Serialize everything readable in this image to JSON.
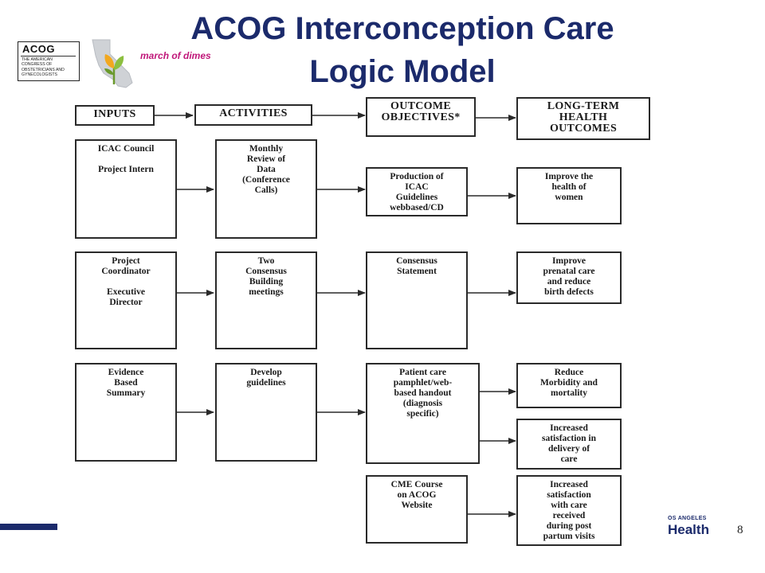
{
  "title_line1": "ACOG Interconception Care",
  "title_line2": "Logic Model",
  "logos": {
    "acog_word": "ACOG",
    "acog_subtitle": "THE AMERICAN CONGRESS OF OBSTETRICIANS AND GYNECOLOGISTS",
    "march_of_dimes": "march of dimes",
    "la_health_small": "OS ANGELES",
    "la_health_large": "Health"
  },
  "headers": {
    "inputs": "INPUTS",
    "activities": "ACTIVITIES",
    "outcomes": "OUTCOME\nOBJECTIVES*",
    "longterm": "LONG-TERM\nHEALTH\nOUTCOMES"
  },
  "inputs": [
    "ICAC Council\n\nProject Intern",
    "Project\nCoordinator\n\nExecutive\nDirector",
    "Evidence\nBased\nSummary"
  ],
  "activities": [
    "Monthly\nReview of\nData\n(Conference\nCalls)",
    "Two\nConsensus\nBuilding\nmeetings",
    "Develop\nguidelines"
  ],
  "outcomes": [
    "Production of\nICAC\nGuidelines\nwebbased/CD",
    "Consensus\nStatement",
    "Patient care\npamphlet/web-\nbased handout\n(diagnosis\nspecific)",
    "CME Course\non ACOG\nWebsite"
  ],
  "longterm": [
    "Improve the\nhealth of\nwomen",
    "Improve\nprenatal care\nand reduce\nbirth defects",
    "Reduce\nMorbidity and\nmortality",
    "Increased\nsatisfaction in\ndelivery of\ncare",
    "Increased\nsatisfaction\nwith care\nreceived\nduring post\npartum visits"
  ],
  "page_number": "8",
  "colors": {
    "title": "#1b2a6b",
    "magenta": "#c0187a",
    "line": "#2a2a2a"
  }
}
